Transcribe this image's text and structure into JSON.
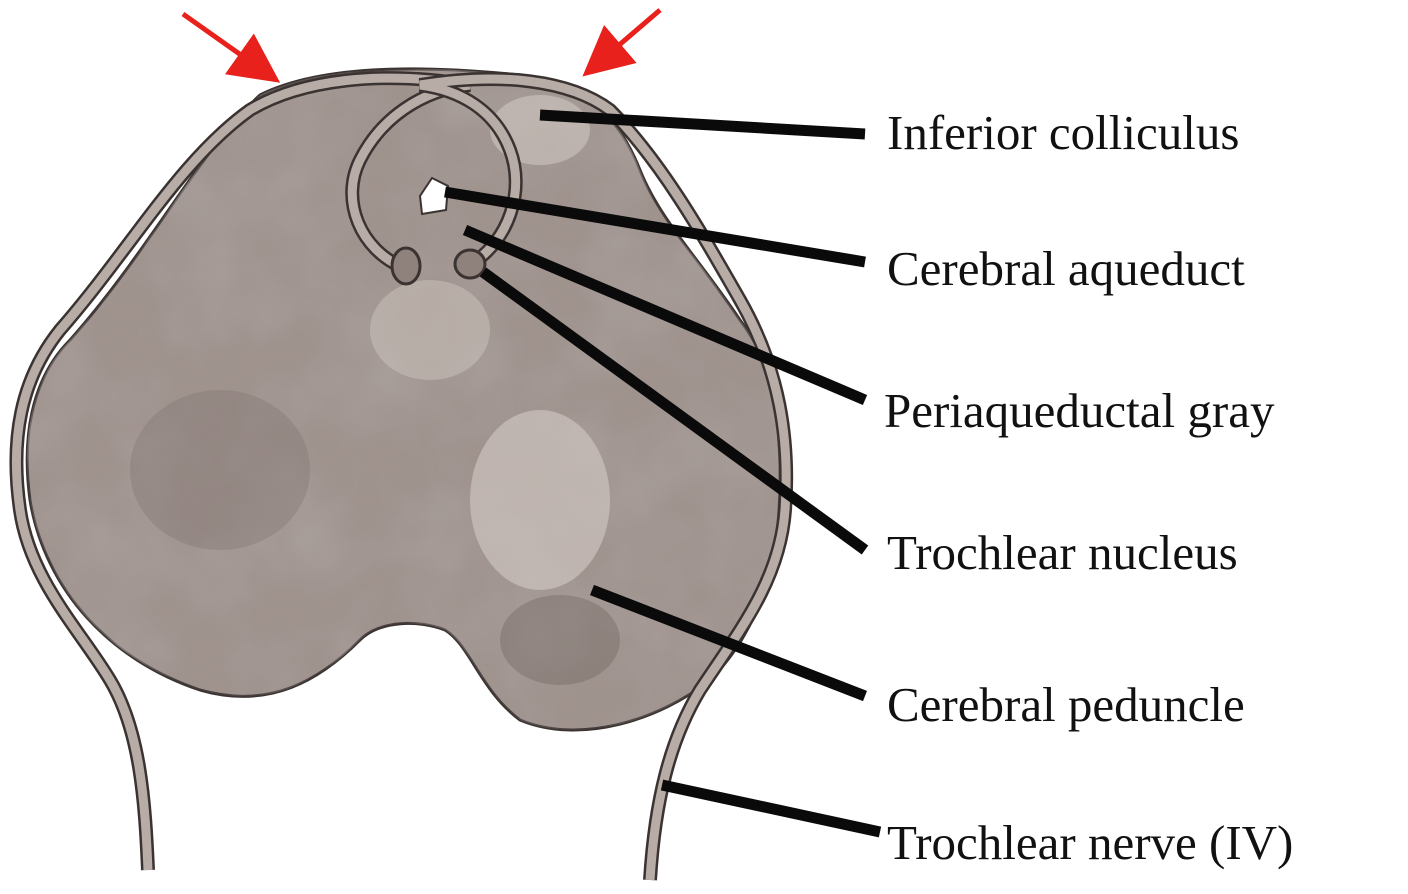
{
  "diagram": {
    "colors": {
      "tissue": "#a1948f",
      "tissue_dark": "#7d706b",
      "tissue_light": "#c9bfba",
      "outline": "#3a3331",
      "leader": "#0a0a0a",
      "arrow": "#e8211c",
      "background": "#ffffff"
    },
    "labels": {
      "inferior_colliculus": "Inferior colliculus",
      "cerebral_aqueduct": "Cerebral aqueduct",
      "periaqueductal_gray": "Periaqueductal gray",
      "trochlear_nucleus": "Trochlear nucleus",
      "cerebral_peduncle": "Cerebral peduncle",
      "trochlear_nerve": "Trochlear nerve (IV)"
    },
    "arrows": {
      "count": 2,
      "color_name": "red"
    }
  }
}
